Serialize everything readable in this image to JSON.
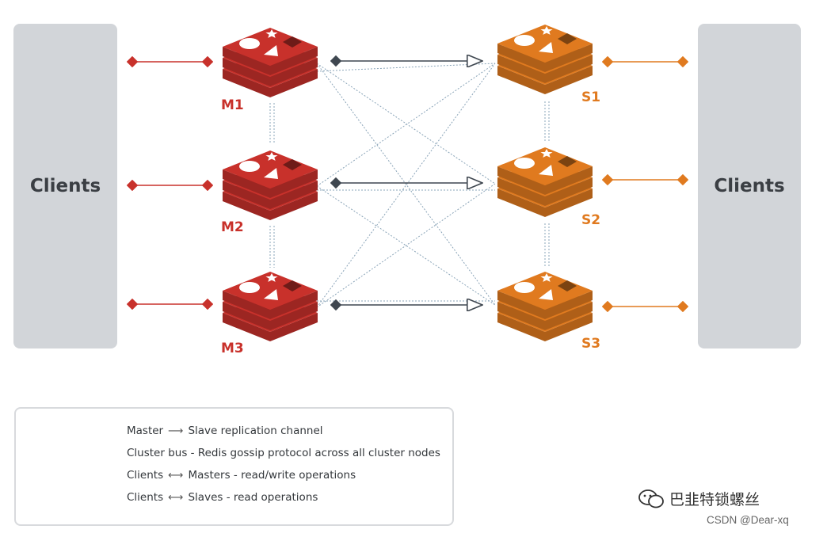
{
  "clients_left_label": "Clients",
  "clients_right_label": "Clients",
  "masters": [
    {
      "label": "M1"
    },
    {
      "label": "M2"
    },
    {
      "label": "M3"
    }
  ],
  "slaves": [
    {
      "label": "S1"
    },
    {
      "label": "S2"
    },
    {
      "label": "S3"
    }
  ],
  "legend": {
    "replication_from": "Master",
    "replication_to": "Slave replication channel",
    "cluster_bus": "Cluster bus - Redis gossip protocol across all cluster nodes",
    "clients_masters_from": "Clients",
    "clients_masters_to": "Masters - read/write operations",
    "clients_slaves_from": "Clients",
    "clients_slaves_to": "Slaves - read operations"
  },
  "watermark": {
    "name": "巴韭特锁螺丝",
    "csdn": "CSDN @Dear-xq"
  },
  "colors": {
    "master_red": "#c8312b",
    "slave_orange": "#e07a1f",
    "replication_dark": "#3f4750",
    "bus_blue": "#8aa4b8",
    "client_panel": "#d2d5d9"
  }
}
